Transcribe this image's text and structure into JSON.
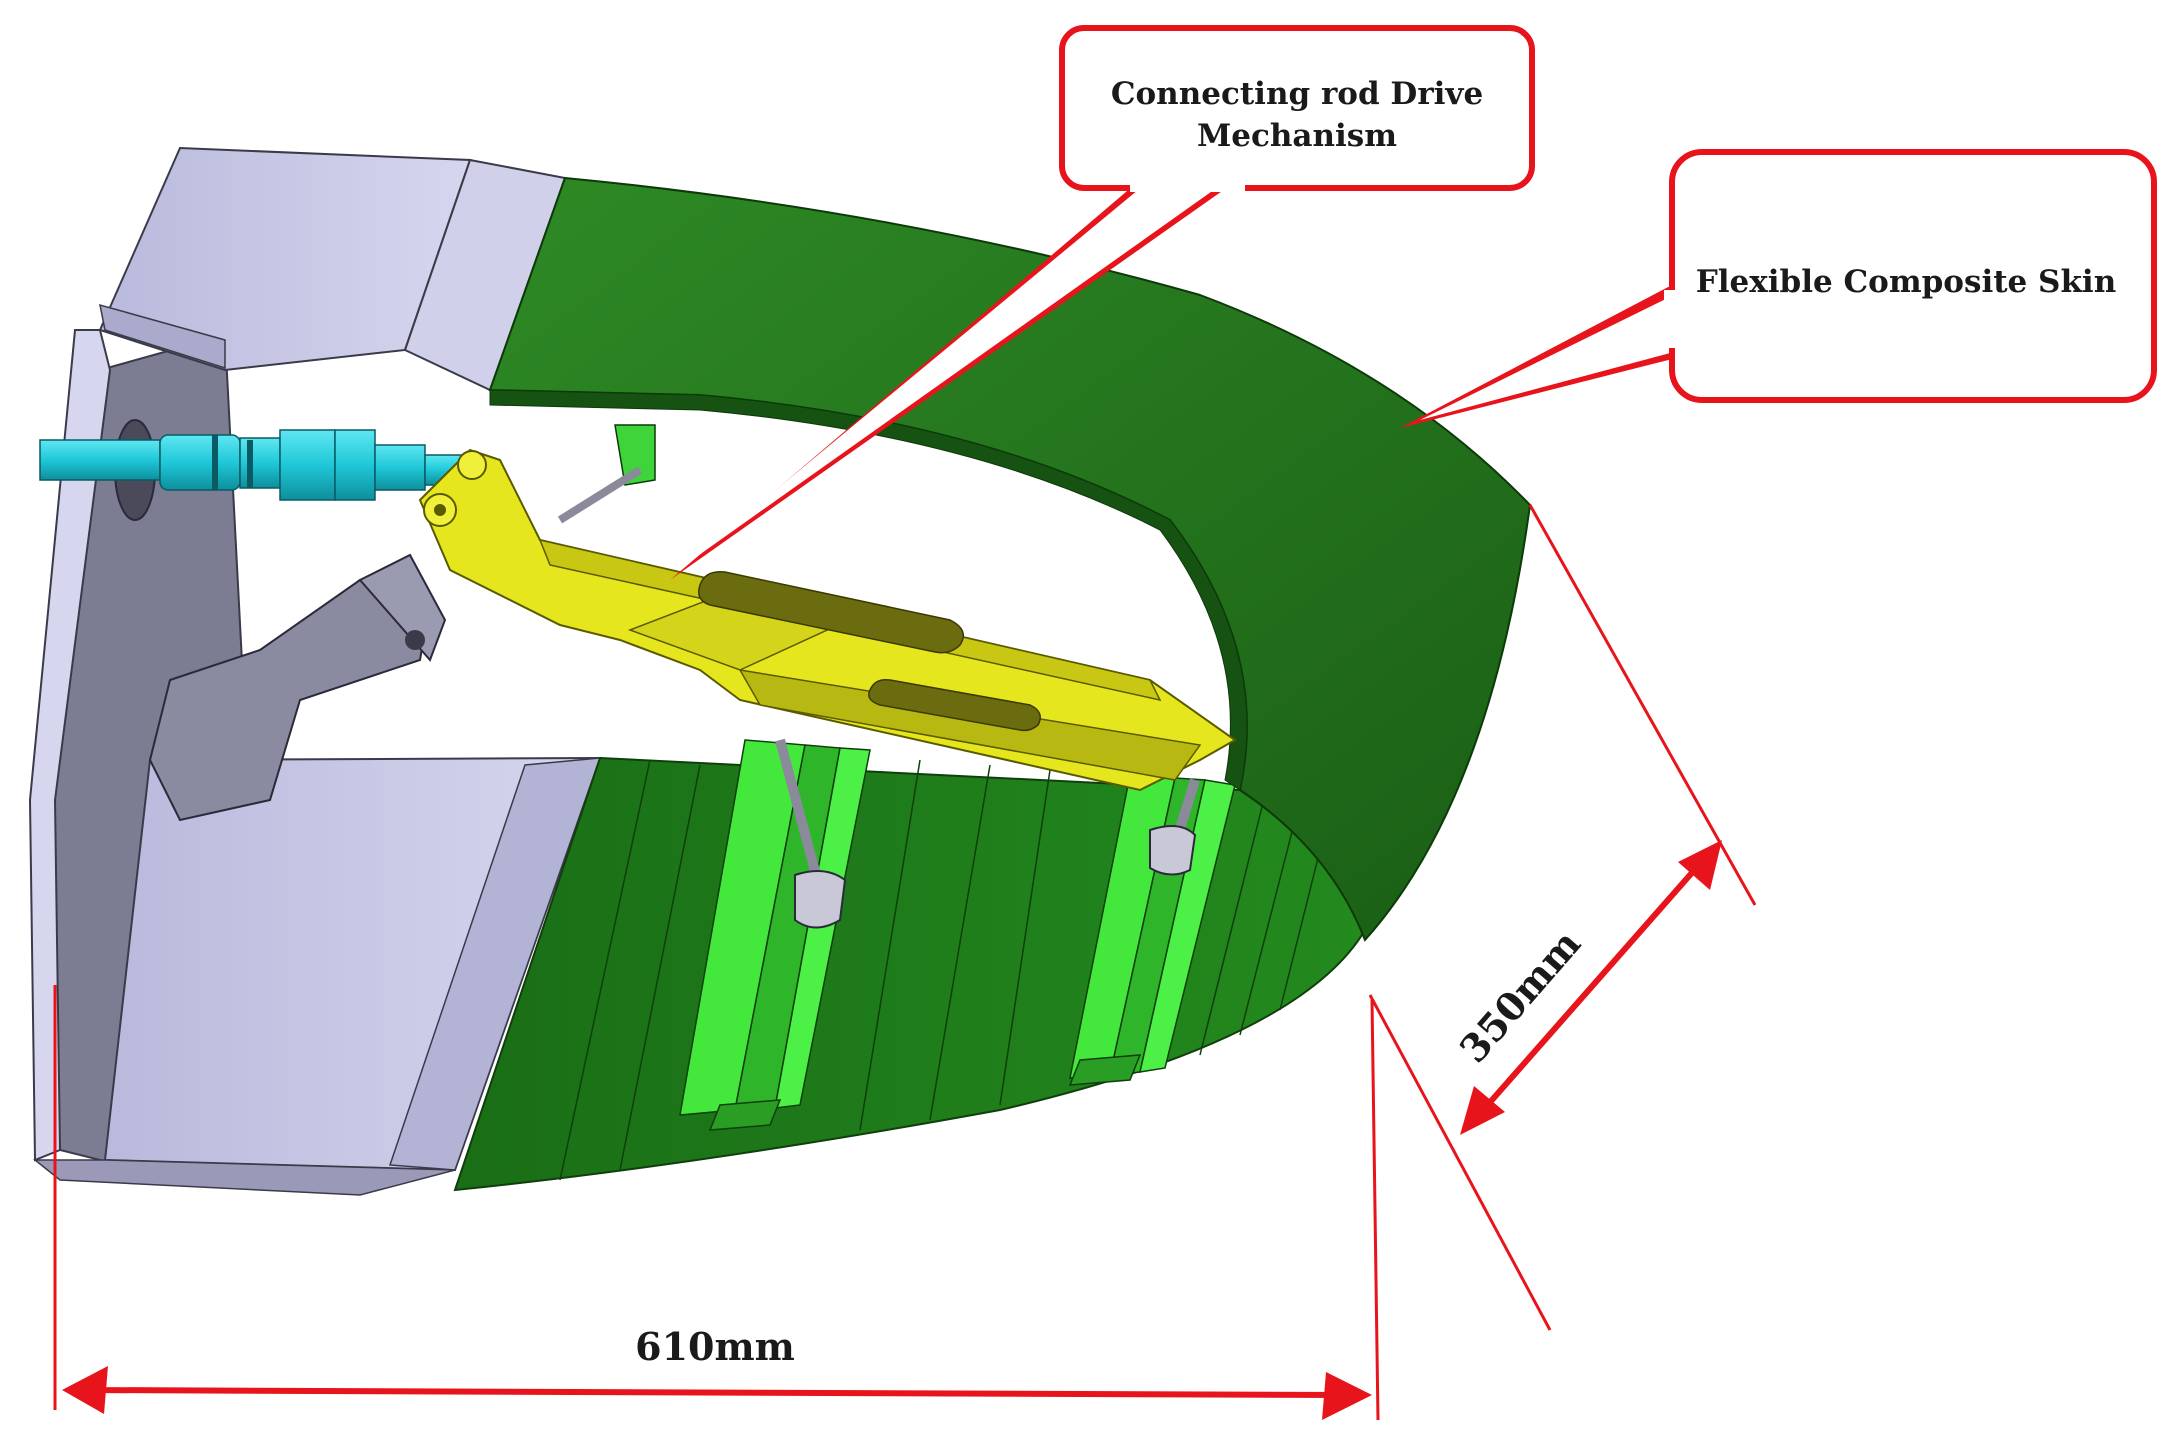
{
  "callouts": {
    "drive_mechanism": {
      "line1": "Connecting rod Drive",
      "line2": "Mechanism"
    },
    "composite_skin": {
      "label": "Flexible Composite Skin"
    }
  },
  "dimensions": {
    "width": "610mm",
    "height": "350mm"
  },
  "colors": {
    "callout_stroke": "#e8141c",
    "dimension_line": "#e8141c",
    "skin_dark": "#1f6b1a",
    "skin_mid": "#2e8a25",
    "rib_bright": "#3fe33a",
    "mechanism_yellow": "#e6e61e",
    "frame_lavender": "#c8c8e8",
    "shaft_cyan": "#1fc8d8"
  },
  "icons": {
    "callout_pointer": "red-triangle-pointer",
    "dimension_arrow": "double-headed-arrow"
  }
}
